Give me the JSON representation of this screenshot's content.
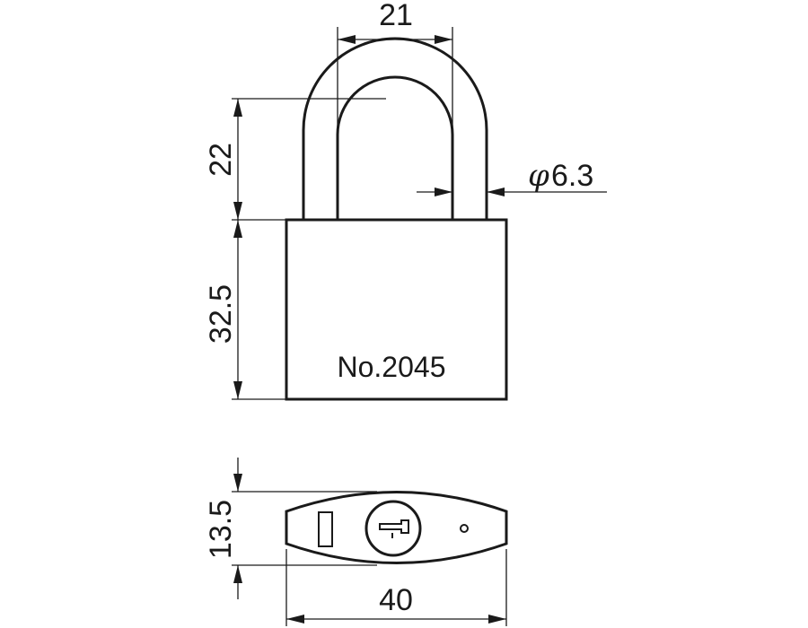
{
  "diagram": {
    "model_label": "No.2045",
    "dimensions": {
      "shackle_inner_width": "21",
      "shackle_clearance_height": "22",
      "shackle_diameter_symbol": "φ",
      "shackle_diameter": "6.3",
      "body_height": "32.5",
      "body_thickness": "13.5",
      "body_width": "40"
    }
  }
}
